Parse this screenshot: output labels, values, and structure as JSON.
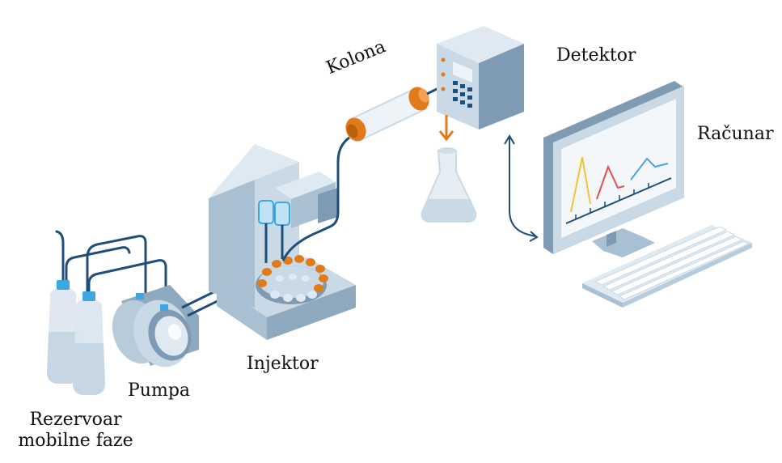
{
  "labels": {
    "kolona": "Kolona",
    "detektor": "Detektor",
    "racunar": "Računar",
    "injektor": "Injektor",
    "pumpa": "Pumpa",
    "rezervoar_line1": "Rezervoar",
    "rezervoar_line2": "mobilne faze"
  },
  "colors": {
    "tube": "#1f4e79",
    "accent": "#e07b1a",
    "body_light": "#c9d9e6",
    "body_mid": "#a9c0d3",
    "body_dark": "#7f9bb3",
    "screen": "#f4f7f9",
    "peak_yellow": "#f2c530",
    "peak_red": "#e0504b",
    "peak_blue": "#4aa3df"
  },
  "icons": [
    "solvent-bottle-icon",
    "pump-icon",
    "injector-icon",
    "column-icon",
    "detector-icon",
    "flask-icon",
    "computer-monitor-icon",
    "keyboard-icon"
  ]
}
